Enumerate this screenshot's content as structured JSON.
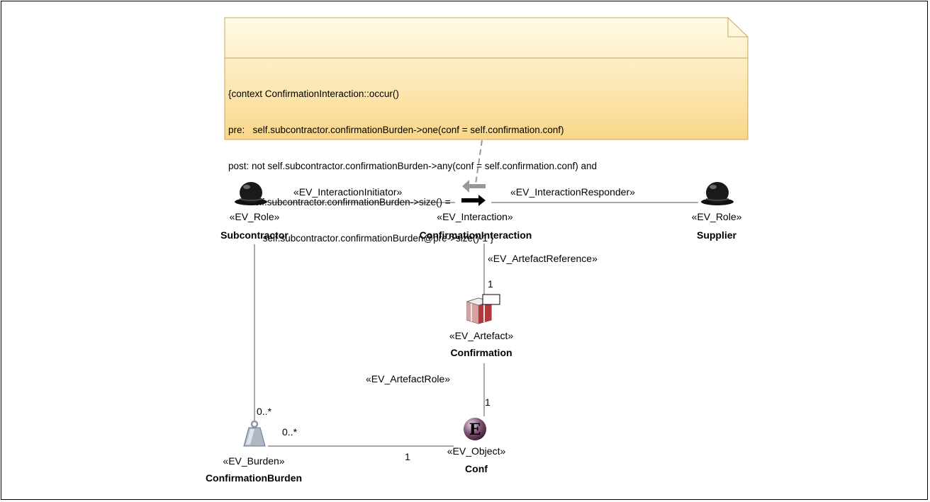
{
  "note": {
    "lines": [
      "{context ConfirmationInteraction::occur()",
      "pre:   self.subcontractor.confirmationBurden->one(conf = self.confirmation.conf)",
      "post: not self.subcontractor.confirmationBurden->any(conf = self.confirmation.conf) and",
      "        self.subcontractor.confirmationBurden->size() =",
      "             self.subcontractor.confirmationBurden@pre->size()-1 }"
    ]
  },
  "nodes": {
    "subcontractor": {
      "stereotype": "«EV_Role»",
      "name": "Subcontractor",
      "icon": "bowler-hat-icon"
    },
    "interaction": {
      "stereotype": "«EV_Interaction»",
      "name": "ConfirmationInteraction",
      "icon": "interaction-arrows-icon"
    },
    "supplier": {
      "stereotype": "«EV_Role»",
      "name": "Supplier",
      "icon": "bowler-hat-icon"
    },
    "confirmation": {
      "stereotype": "«EV_Artefact»",
      "name": "Confirmation",
      "icon": "artefact-box-icon"
    },
    "conf": {
      "stereotype": "«EV_Object»",
      "name": "Conf",
      "icon": "object-e-icon"
    },
    "burden": {
      "stereotype": "«EV_Burden»",
      "name": "ConfirmationBurden",
      "icon": "weight-icon"
    }
  },
  "edges": {
    "initiator": {
      "label": "«EV_InteractionInitiator»"
    },
    "responder": {
      "label": "«EV_InteractionResponder»"
    },
    "artefact_reference": {
      "label": "«EV_ArtefactReference»",
      "multiplicity": "1"
    },
    "artefact_role": {
      "label": "«EV_ArtefactRole»",
      "multiplicity": "1"
    },
    "subcontractor_burden": {
      "multiplicity": "0..*"
    },
    "burden_conf": {
      "source_multiplicity": "0..*",
      "target_multiplicity": "1"
    }
  },
  "colors": {
    "note_top": "#fffbe8",
    "note_bottom": "#f9d78a",
    "note_border": "#c9a55a",
    "line": "#555555"
  }
}
